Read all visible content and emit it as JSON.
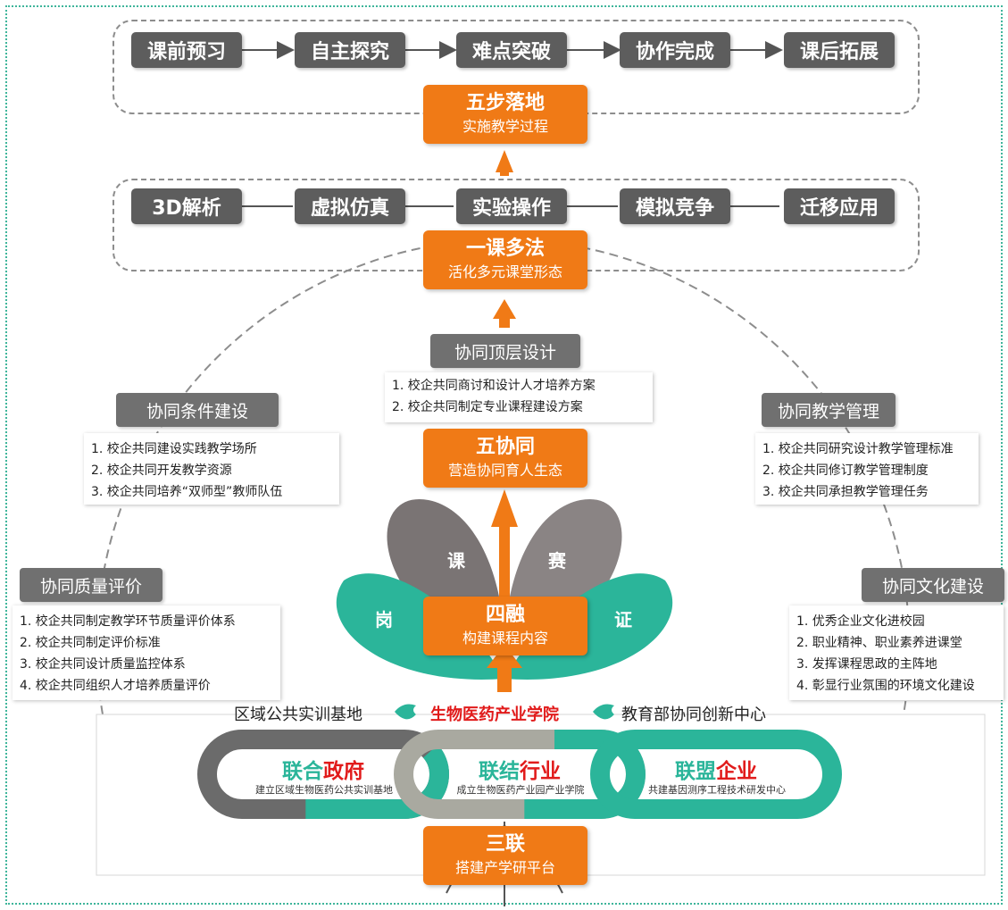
{
  "top_steps": [
    "课前预习",
    "自主探究",
    "难点突破",
    "协作完成",
    "课后拓展"
  ],
  "five_steps": {
    "title": "五步落地",
    "subtitle": "实施教学过程"
  },
  "methods": [
    "3D解析",
    "虚拟仿真",
    "实验操作",
    "模拟竞争",
    "迁移应用"
  ],
  "one_course": {
    "title": "一课多法",
    "subtitle": "活化多元课堂形态"
  },
  "top_design": {
    "label": "协同顶层设计",
    "items": [
      "1. 校企共同商讨和设计人才培养方案",
      "2. 校企共同制定专业课程建设方案"
    ]
  },
  "condition": {
    "label": "协同条件建设",
    "items": [
      "1. 校企共同建设实践教学场所",
      "2. 校企共同开发教学资源",
      "3. 校企共同培养“双师型”教师队伍"
    ]
  },
  "teaching_mgmt": {
    "label": "协同教学管理",
    "items": [
      "1. 校企共同研究设计教学管理标准",
      "2. 校企共同修订教学管理制度",
      "3. 校企共同承担教学管理任务"
    ]
  },
  "quality": {
    "label": "协同质量评价",
    "items": [
      "1. 校企共同制定教学环节质量评价体系",
      "2. 校企共同制定评价标准",
      "3. 校企共同设计质量监控体系",
      "4. 校企共同组织人才培养质量评价"
    ]
  },
  "culture": {
    "label": "协同文化建设",
    "items": [
      "1. 优秀企业文化进校园",
      "2. 职业精神、职业素养进课堂",
      "3. 发挥课程思政的主阵地",
      "4. 彰显行业氛围的环境文化建设"
    ]
  },
  "five_synergy": {
    "title": "五协同",
    "subtitle": "营造协同育人生态"
  },
  "petals": {
    "ke": "课",
    "sai": "赛",
    "gang": "岗",
    "zheng": "证"
  },
  "four_fusion": {
    "title": "四融",
    "subtitle": "构建课程内容"
  },
  "platforms": {
    "left": "区域公共实训基地",
    "center": "生物医药产业学院",
    "right": "教育部协同创新中心"
  },
  "chains": [
    {
      "t_a": "联合",
      "t_b": "政府",
      "sub": "建立区域生物医药公共实训基地"
    },
    {
      "t_a": "联结",
      "t_b": "行业",
      "sub": "成立生物医药产业园产业学院"
    },
    {
      "t_a": "联盟",
      "t_b": "企业",
      "sub": "共建基因测序工程技术研发中心"
    }
  ],
  "three_links": {
    "title": "三联",
    "subtitle": "搭建产学研平台"
  },
  "colors": {
    "orange": "#f07a16",
    "teal": "#2bb59a",
    "gray": "#5d5d5d",
    "red": "#e11b1b"
  }
}
